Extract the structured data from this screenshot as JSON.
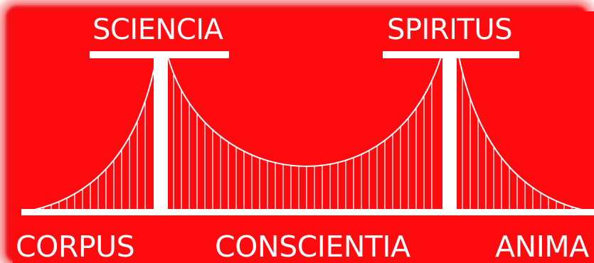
{
  "labels": {
    "top_left": "SCIENCIA",
    "top_right": "SPIRITUS",
    "bottom_left": "CORPUS",
    "bottom_center": "CONSCIENTIA",
    "bottom_right": "ANIMA"
  },
  "colors": {
    "background": "#fe0b10",
    "glow": "#f11015",
    "lines": "#ffffff"
  }
}
